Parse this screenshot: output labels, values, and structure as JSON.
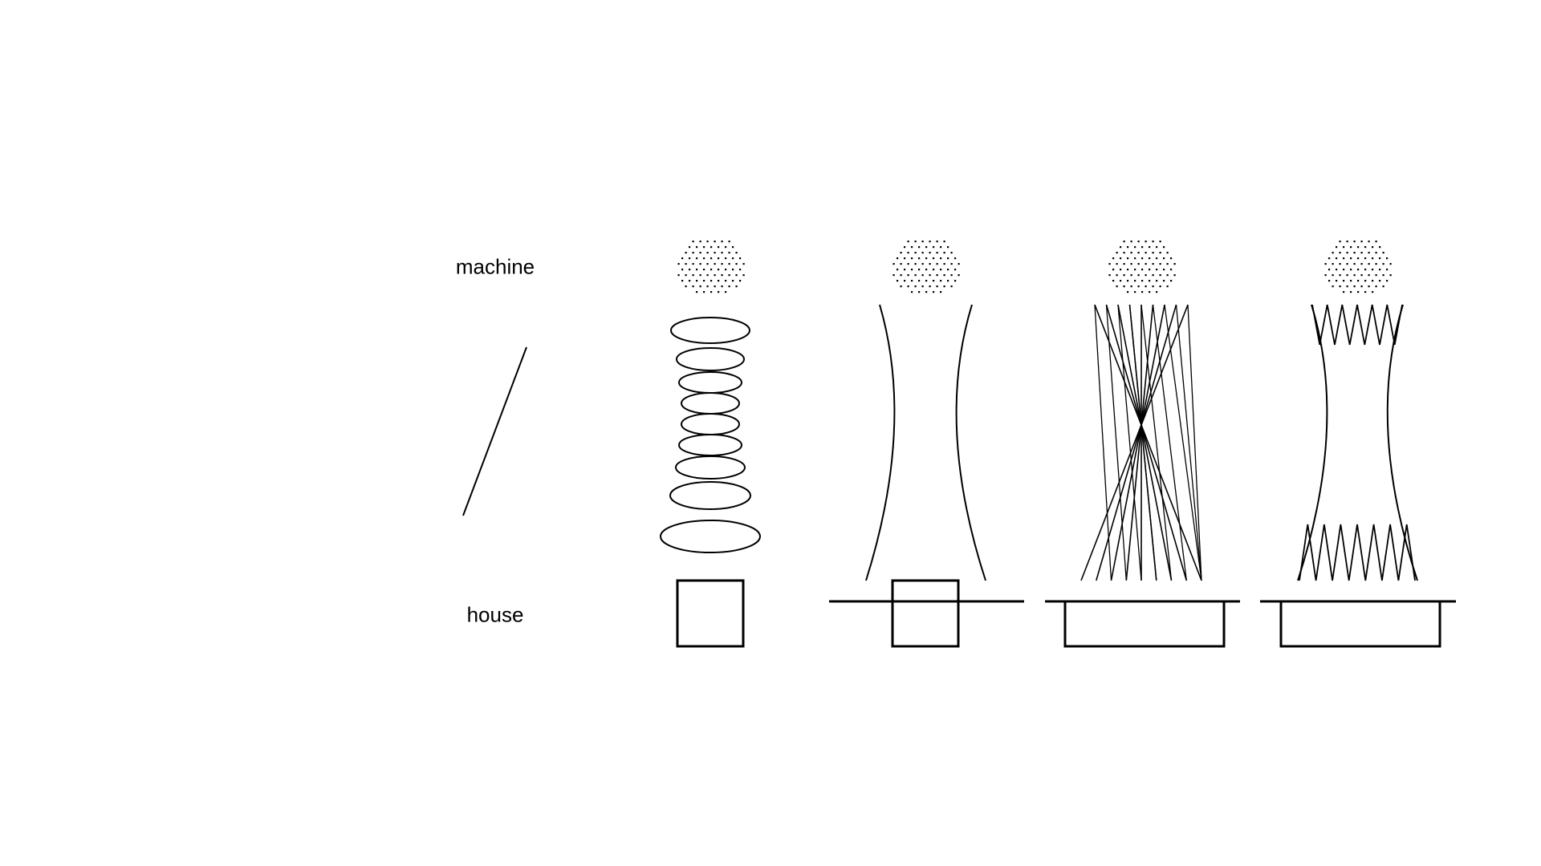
{
  "labels": {
    "top": "machine",
    "bottom": "house"
  },
  "stroke_color": "#000000",
  "background_color": "#ffffff",
  "stages": [
    {
      "id": "rings",
      "base": "box"
    },
    {
      "id": "curves",
      "base": "box-on-line"
    },
    {
      "id": "lattice",
      "base": "tray"
    },
    {
      "id": "zigzag",
      "base": "tray"
    }
  ]
}
